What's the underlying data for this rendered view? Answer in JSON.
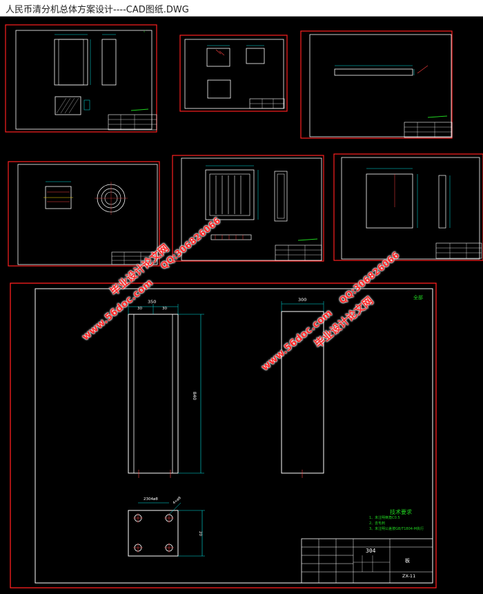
{
  "window": {
    "title": "人民币清分机总体方案设计----CAD图纸.DWG"
  },
  "drawing": {
    "main_sheet": {
      "dim_top_left": "350",
      "dim_left_a": "30",
      "dim_left_b": "30",
      "dim_top_right": "300",
      "dim_height": "840",
      "dim_hole_spacing": "2304ø8",
      "dim_hole_dia": "4×ø8",
      "dim_plate_height": "20",
      "tech_title": "技术要求",
      "tech_notes": [
        "1、未注明倒角C0.5",
        "2、去毛刺",
        "3、未注明公差按GB/T1804-M执行"
      ],
      "material": "304",
      "part_label": "板",
      "drawing_no": "ZX-11",
      "corner_mark": "全部"
    },
    "sheets_small": [
      {
        "name": "sheet-1"
      },
      {
        "name": "sheet-2"
      },
      {
        "name": "sheet-3"
      },
      {
        "name": "sheet-4"
      },
      {
        "name": "sheet-5"
      },
      {
        "name": "sheet-6"
      }
    ]
  },
  "watermarks": {
    "site": "www.56doc.com",
    "name": "毕业设计论文网",
    "qq": "QQ:306826066"
  },
  "colors": {
    "sheet_border": "#ff2020",
    "frame_white": "#ffffff",
    "dimension_cyan": "#00e5e5",
    "note_green": "#21d421",
    "watermark_red": "#ff2a2a"
  }
}
